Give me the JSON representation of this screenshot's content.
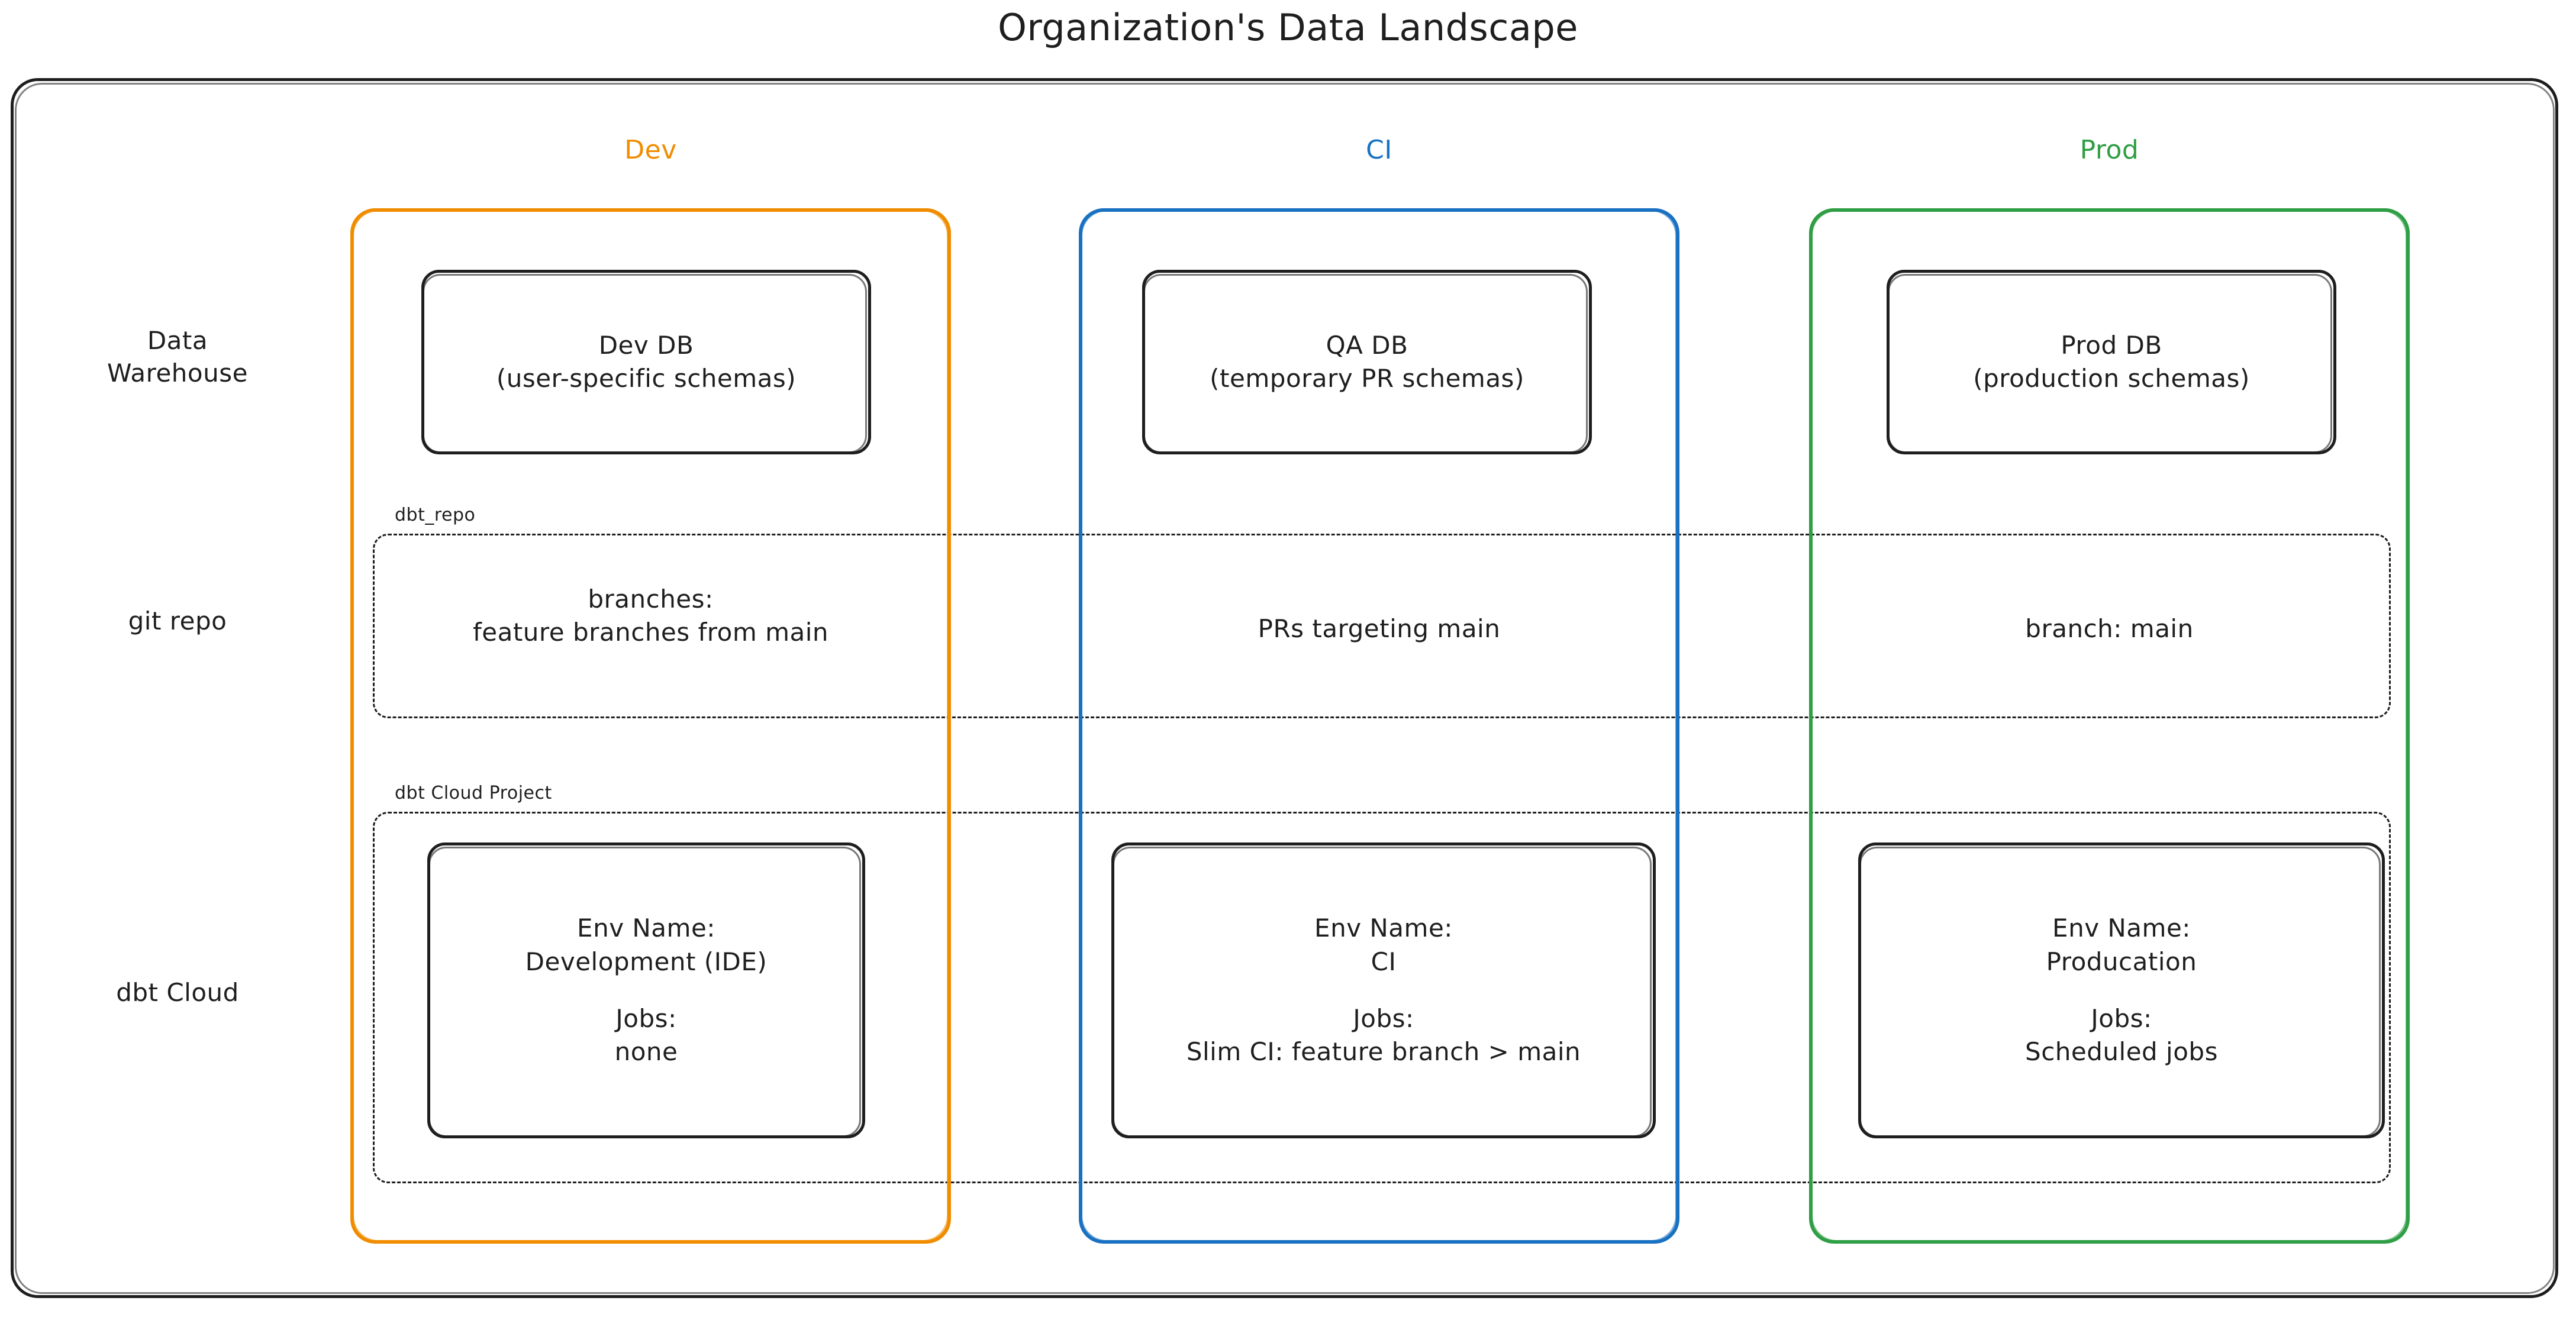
{
  "title": "Organization's Data Landscape",
  "colors": {
    "dev": "#f08c00",
    "ci": "#1971c2",
    "prod": "#2f9e44",
    "ink": "#1e1e1e",
    "background": "#ffffff"
  },
  "columns": [
    {
      "key": "dev",
      "label": "Dev"
    },
    {
      "key": "ci",
      "label": "CI"
    },
    {
      "key": "prod",
      "label": "Prod"
    }
  ],
  "rows": [
    {
      "key": "data_warehouse",
      "label": "Data\nWarehouse"
    },
    {
      "key": "git_repo",
      "label": "git repo"
    },
    {
      "key": "dbt_cloud",
      "label": "dbt Cloud"
    }
  ],
  "groups": [
    {
      "key": "dbt_repo",
      "label": "dbt_repo"
    },
    {
      "key": "dbt_cloud_project",
      "label": "dbt Cloud Project"
    }
  ],
  "data_warehouse": {
    "dev": {
      "name": "Dev DB",
      "detail": "(user-specific schemas)"
    },
    "ci": {
      "name": "QA DB",
      "detail": "(temporary PR schemas)"
    },
    "prod": {
      "name": "Prod DB",
      "detail": "(production schemas)"
    }
  },
  "git_repo": {
    "dev": "branches:\nfeature branches from main",
    "ci": "PRs targeting main",
    "prod": "branch: main"
  },
  "dbt_cloud": {
    "env_name_label": "Env Name:",
    "jobs_label": "Jobs:",
    "dev": {
      "env_name": "Development (IDE)",
      "jobs": "none"
    },
    "ci": {
      "env_name": "CI",
      "jobs": "Slim CI: feature branch > main"
    },
    "prod": {
      "env_name": "Producation",
      "jobs": "Scheduled jobs"
    }
  }
}
